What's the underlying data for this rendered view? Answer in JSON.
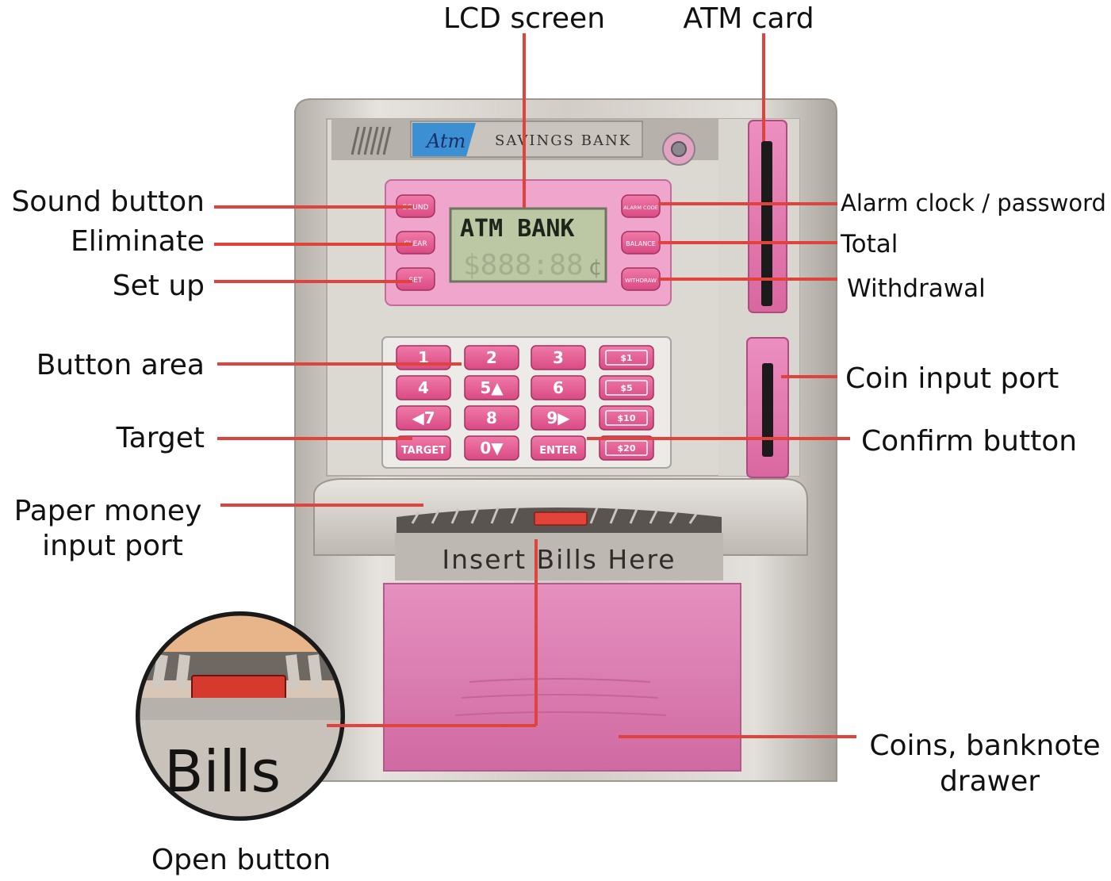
{
  "labels": {
    "lcd_screen": "LCD screen",
    "atm_card": "ATM card",
    "sound_button": "Sound button",
    "eliminate": "Eliminate",
    "set_up": "Set up",
    "alarm_clock_password": "Alarm clock / password",
    "total": "Total",
    "withdrawal": "Withdrawal",
    "button_area": "Button area",
    "coin_input_port": "Coin input port",
    "target": "Target",
    "confirm_button": "Confirm button",
    "paper_money_line1": "Paper money",
    "paper_money_line2": "input port",
    "coins_drawer_line1": "Coins, banknote",
    "coins_drawer_line2": "drawer",
    "open_button": "Open button"
  },
  "device": {
    "brand_logo": "Atm",
    "brand_name": "SAVINGS BANK",
    "lcd_line1": "ATM BANK",
    "lcd_line2": "$888:88",
    "lcd_cents": "¢",
    "left_buttons": [
      "SOUND",
      "CLEAR",
      "SET"
    ],
    "right_buttons": [
      "ALARM CODE",
      "BALANCE",
      "WITHDRAW"
    ],
    "keypad": [
      [
        "1",
        "2",
        "3",
        "$1"
      ],
      [
        "4",
        "5▲",
        "6",
        "$5"
      ],
      [
        "◀7",
        "8",
        "9▶",
        "$10"
      ],
      [
        "TARGET",
        "0▼",
        "ENTER",
        "$20"
      ]
    ],
    "bill_slot_text": "Insert Bills Here",
    "inset_text": "t Bills"
  },
  "colors": {
    "pink": "#e07ab0",
    "pink_panel": "#ee9cc6",
    "silver": "#cdc8c2",
    "callout_line": "#e0433b",
    "lcd_bg": "#bcc7a4"
  }
}
